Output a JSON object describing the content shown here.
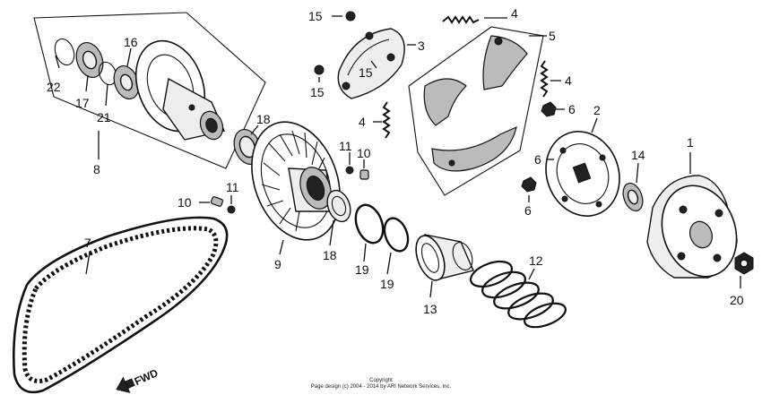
{
  "callouts": {
    "p1": "1",
    "p2": "2",
    "p3": "3",
    "p4a": "4",
    "p4b": "4",
    "p4c": "4",
    "p5": "5",
    "p6a": "6",
    "p6b": "6",
    "p6c": "6",
    "p7": "7",
    "p8": "8",
    "p9": "9",
    "p10a": "10",
    "p10b": "10",
    "p11a": "11",
    "p11b": "11",
    "p12": "12",
    "p13": "13",
    "p14": "14",
    "p15a": "15",
    "p15b": "15",
    "p15c": "15",
    "p16": "16",
    "p17": "17",
    "p18a": "18",
    "p18b": "18",
    "p19a": "19",
    "p19b": "19",
    "p20": "20",
    "p21": "21",
    "p22": "22"
  },
  "direction_arrow": {
    "label": "FWD"
  },
  "copyright": {
    "line1": "Copyright",
    "line2": "Page design (c) 2004 - 2014 by ARI Network Services, Inc."
  }
}
